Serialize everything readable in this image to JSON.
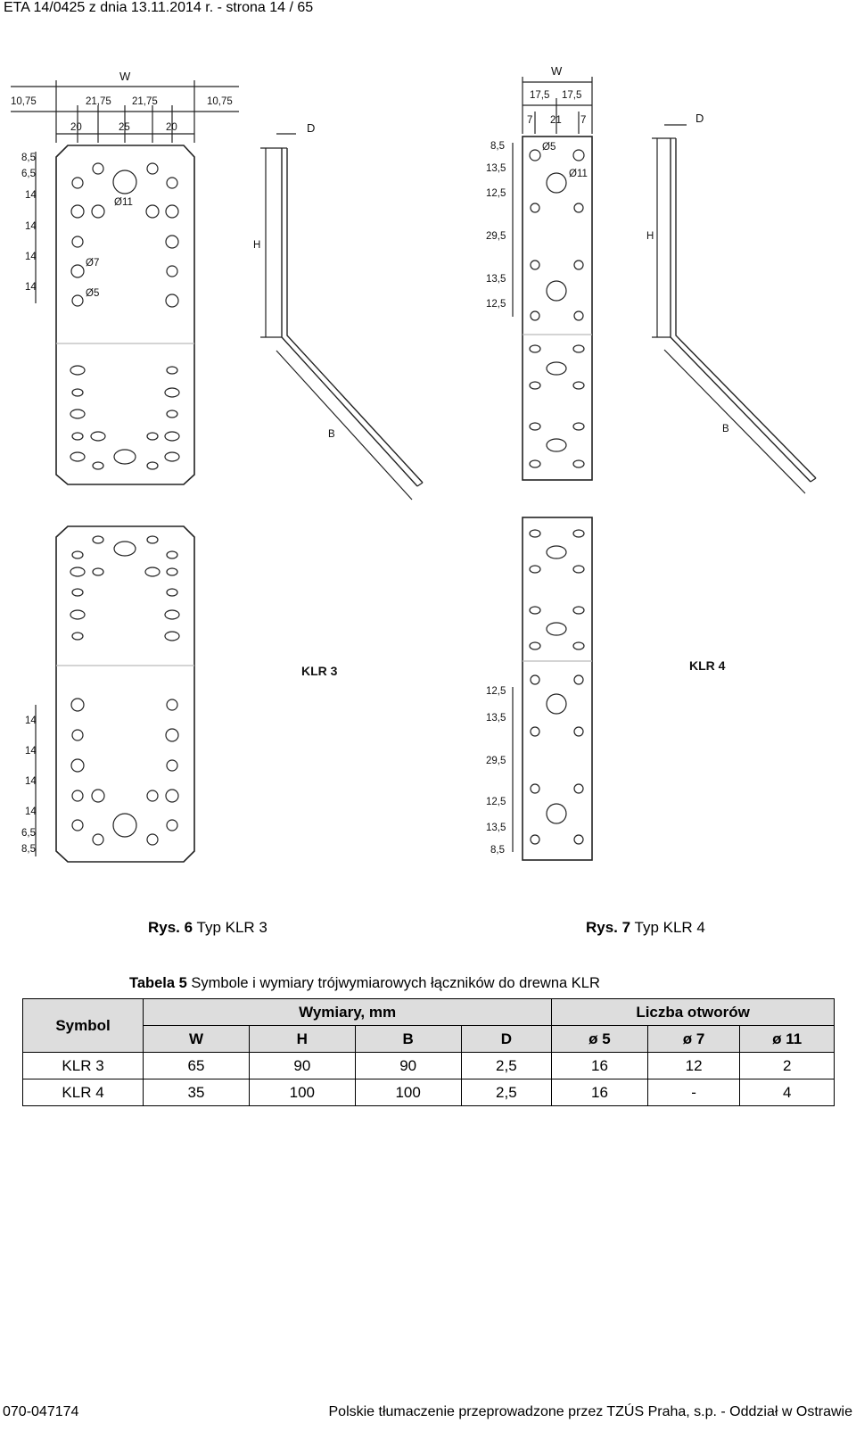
{
  "header": "ETA 14/0425 z dnia 13.11.2014 r. - strona 14 / 65",
  "footer": {
    "left": "070-047174",
    "right": "Polskie tłumaczenie przeprowadzone przez TZÚS Praha, s.p. - Oddział w Ostrawie"
  },
  "drawing_labels": {
    "W": "W",
    "H": "H",
    "B": "B",
    "D": "D",
    "klr3": "KLR 3",
    "klr4": "KLR 4",
    "d5": "Ø5",
    "d7": "Ø7",
    "d11": "Ø11",
    "klr3_top_widths": [
      "10,75",
      "21,75",
      "21,75",
      "10,75"
    ],
    "klr3_hole_spacing": [
      "20",
      "25",
      "20"
    ],
    "klr3_left_dims": [
      "8,5",
      "6,5",
      "14",
      "14",
      "14",
      "14"
    ],
    "klr3_lower_dims": [
      "14",
      "14",
      "14",
      "14",
      "6,5",
      "8,5"
    ],
    "klr4_top_widths": [
      "17,5",
      "17,5"
    ],
    "klr4_hole_spacing": [
      "7",
      "21",
      "7"
    ],
    "klr4_left_dims": [
      "8,5",
      "13,5",
      "12,5",
      "29,5",
      "13,5",
      "12,5"
    ],
    "klr4_lower_dims": [
      "12,5",
      "13,5",
      "29,5",
      "12,5",
      "13,5",
      "8,5"
    ]
  },
  "captions": {
    "rys6_bold": "Rys. 6",
    "rys6_text": "Typ KLR 3",
    "rys7_bold": "Rys. 7",
    "rys7_text": "Typ KLR 4"
  },
  "table": {
    "caption_bold": "Tabela 5",
    "caption_text": "Symbole i wymiary trójwymiarowych łączników do drewna KLR",
    "symbol_header": "Symbol",
    "group_dims": "Wymiary, mm",
    "group_holes": "Liczba otworów",
    "columns": [
      "W",
      "H",
      "B",
      "D",
      "ø 5",
      "ø 7",
      "ø 11"
    ],
    "rows": [
      [
        "KLR 3",
        "65",
        "90",
        "90",
        "2,5",
        "16",
        "12",
        "2"
      ],
      [
        "KLR 4",
        "35",
        "100",
        "100",
        "2,5",
        "16",
        "-",
        "4"
      ]
    ]
  }
}
